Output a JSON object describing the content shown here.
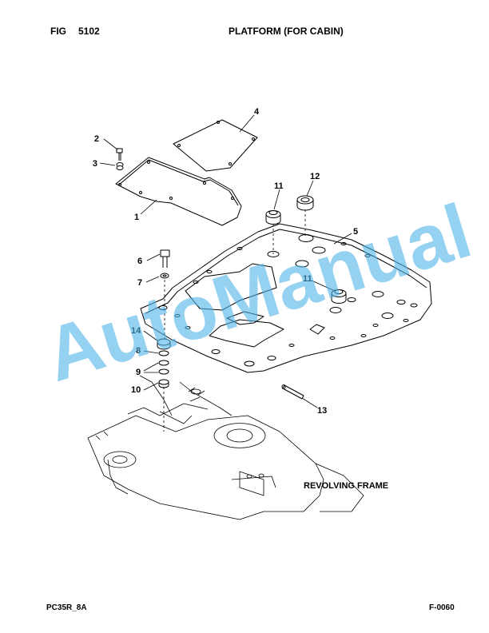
{
  "header": {
    "fig_label": "FIG",
    "fig_number": "5102",
    "title": "PLATFORM (FOR CABIN)"
  },
  "footer": {
    "model": "PC35R_8A",
    "page_code": "F-0060"
  },
  "diagram": {
    "frame_label": "REVOLVING FRAME",
    "callouts": {
      "c1": "1",
      "c2": "2",
      "c3": "3",
      "c4": "4",
      "c5": "5",
      "c6": "6",
      "c7": "7",
      "c8": "8",
      "c9": "9",
      "c10": "10",
      "c11a": "11",
      "c11b": "11",
      "c12": "12",
      "c13": "13",
      "c14": "14"
    }
  },
  "watermark": {
    "text": "AutoManual",
    "color": "#4fb3e8"
  }
}
